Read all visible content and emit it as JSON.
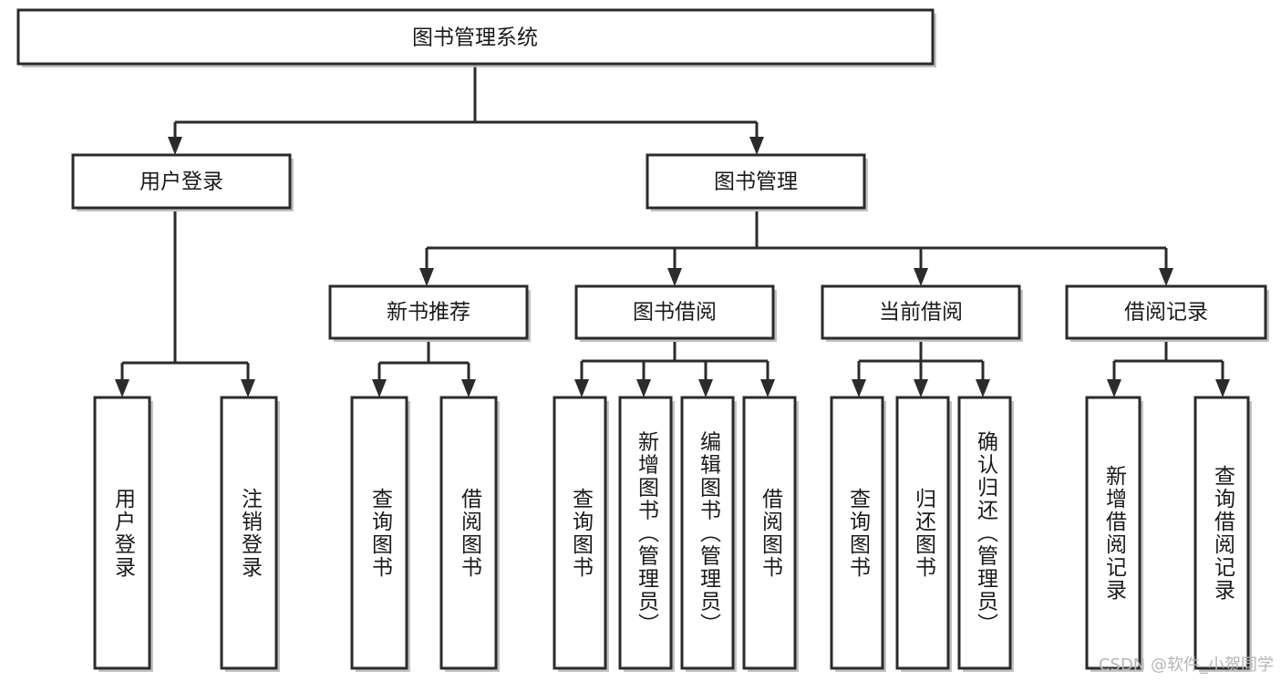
{
  "diagram": {
    "type": "tree",
    "title": "图书管理系统",
    "orientation": "top-down",
    "colors": {
      "stroke": "#2b2b2b",
      "fill": "#ffffff",
      "text": "#1a1a1a",
      "watermark": "#b5b5b5"
    },
    "nodes": {
      "root": {
        "label": "图书管理系统"
      },
      "level2": [
        {
          "id": "user-login",
          "label": "用户登录"
        },
        {
          "id": "book-manage",
          "label": "图书管理"
        }
      ],
      "level3": [
        {
          "id": "new-book-rec",
          "label": "新书推荐"
        },
        {
          "id": "book-borrow",
          "label": "图书借阅"
        },
        {
          "id": "current-borrow",
          "label": "当前借阅"
        },
        {
          "id": "borrow-record",
          "label": "借阅记录"
        }
      ],
      "leaves": {
        "user_login": [
          {
            "id": "leaf-user-login",
            "label": "用户登录"
          },
          {
            "id": "leaf-logout-login",
            "label": "注销登录"
          }
        ],
        "new_book_rec": [
          {
            "id": "leaf-query-book-1",
            "label": "查询图书"
          },
          {
            "id": "leaf-borrow-book-1",
            "label": "借阅图书"
          }
        ],
        "book_borrow": [
          {
            "id": "leaf-query-book-2",
            "label": "查询图书"
          },
          {
            "id": "leaf-add-book",
            "label": "新增图书（管理员）"
          },
          {
            "id": "leaf-edit-book",
            "label": "编辑图书（管理员）"
          },
          {
            "id": "leaf-borrow-book-2",
            "label": "借阅图书"
          }
        ],
        "current_borrow": [
          {
            "id": "leaf-query-book-3",
            "label": "查询图书"
          },
          {
            "id": "leaf-return-book",
            "label": "归还图书"
          },
          {
            "id": "leaf-confirm-return",
            "label": "确认归还（管理员）"
          }
        ],
        "borrow_record": [
          {
            "id": "leaf-add-record",
            "label": "新增借阅记录"
          },
          {
            "id": "leaf-query-record",
            "label": "查询借阅记录"
          }
        ]
      }
    },
    "watermark": "CSDN @软件_小贺同学"
  }
}
